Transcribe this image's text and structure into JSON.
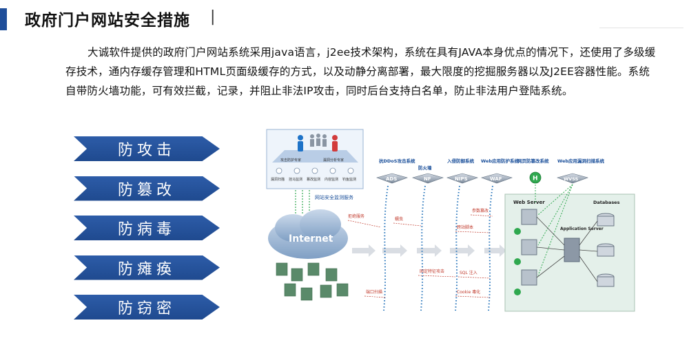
{
  "title": "政府门户网站安全措施",
  "title_separator": "|",
  "paragraph": "大诚软件提供的政府门户网站系统采用java语言，j2ee技术架构，系统在具有JAVA本身优点的情况下，还使用了多级缓存技术，通内存缓存管理和HTML页面级缓存的方式，以及动静分离部署，最大限度的挖掘服务器以及J2EE容器性能。系统自带防火墙功能，可有效拦截，记录，并阻止非法IP攻击，同时后台支持白名单，防止非法用户登陆系统。",
  "measures": [
    "防攻击",
    "防篡改",
    "防病毒",
    "防瘫痪",
    "防窃密"
  ],
  "diagram": {
    "monitor_service": "网站安全监测服务",
    "experts": [
      "攻击防护专家",
      "漏洞分析专家"
    ],
    "scan_items": [
      "漏洞扫描",
      "挂马监测",
      "篡改监测",
      "内容监测",
      "钓鱼监测"
    ],
    "internet": "Internet",
    "devices": [
      {
        "title": "抗DDoS攻击系统",
        "badge": "ADS"
      },
      {
        "title": "防火墙",
        "badge": "NF"
      },
      {
        "title": "入侵防御系统",
        "badge": "NIPS"
      },
      {
        "title": "Web应用防护系统",
        "badge": "WAF"
      },
      {
        "title": "网页防篡改系统",
        "badge": "H"
      },
      {
        "title": "Web应用漏洞扫描系统",
        "badge": "WVSS"
      }
    ],
    "threats_left": [
      "拒绝服务",
      "端口扫描"
    ],
    "threats_mid": [
      "蠕虫",
      "固定特征攻击"
    ],
    "threats_right": [
      "参数篡改",
      "跨站脚本",
      "SQL 注入",
      "Cookie 毒化"
    ],
    "web_server": "Web Server",
    "app_server": "Application Server",
    "databases": "Databases",
    "colors": {
      "accent": "#1f4e9a",
      "threat": "#c0392b",
      "green": "#2fa84f"
    }
  }
}
